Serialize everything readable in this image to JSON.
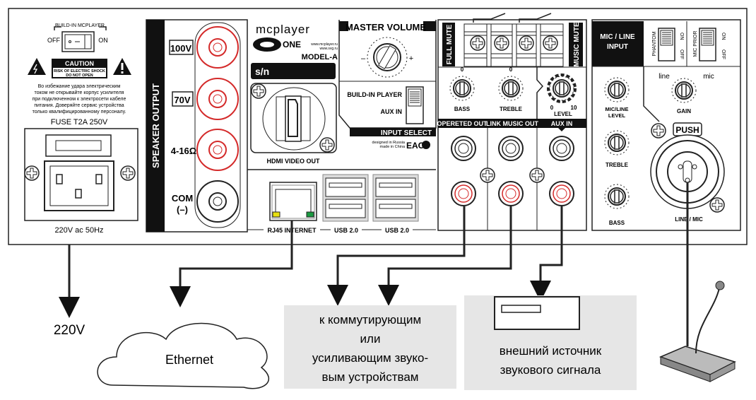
{
  "power": {
    "switch_title": "BUILD-IN MCPLAYER",
    "switch_off": "OFF",
    "switch_on": "ON",
    "caution_title": "CAUTION",
    "caution_line1": "RISK OF ELECTRIC SHOCK",
    "caution_line2": "DO NOT OPEN",
    "warning_lines": [
      "Во избежание удара электрическим",
      "током  не открывайте корпус усилителя",
      "при подключенном к электросети кабеле",
      "питания. Доверяйте сервис устройства",
      "только квалифицированному персоналу."
    ],
    "fuse": "FUSE T2A 250V",
    "rating": "220V ac 50Hz"
  },
  "speaker": {
    "title": "SPEAKER OUTPUT",
    "taps": [
      "100V",
      "70V",
      "4-16Ω",
      "COM"
    ],
    "com_sub": "(–)"
  },
  "brand": {
    "logo": "mcplayer",
    "one_logo": "ONE",
    "site1": "www.mcplayer.ru",
    "site2": "www.svg.ru",
    "model": "MODEL-A",
    "serial": "s/n"
  },
  "hdmi": {
    "label": "HDMI VIDEO OUT"
  },
  "master": {
    "title": "MASTER VOLUME",
    "minus": "–",
    "plus": "+",
    "opt1": "BUILD-IN PLAYER",
    "opt2": "AUX IN",
    "select_title": "INPUT SELECT",
    "designed": "designed in Russia",
    "made": "made in China",
    "eac": "EAC"
  },
  "ports": {
    "rj45": "RJ45 INTERNET",
    "usb1": "USB 2.0",
    "usb2": "USB 2.0"
  },
  "mute": {
    "full": "FULL MUTE",
    "music": "MUSIC MUTE"
  },
  "tone": {
    "bass": "BASS",
    "treble": "TREBLE",
    "level": "LEVEL",
    "zero": "0",
    "ten": "10",
    "mark": "0"
  },
  "outputs": {
    "opereted": "OPERETED OUT",
    "link": "LINK MUSIC OUT",
    "aux": "AUX IN"
  },
  "mic": {
    "title1": "MIC / LINE",
    "title2": "INPUT",
    "phantom": "PHANTOM",
    "prior": "MIC PRIOR",
    "on": "ON",
    "off": "OFF",
    "level1": "MIC/LINE",
    "level2": "LEVEL",
    "treble": "TREBLE",
    "bass": "BASS",
    "line": "line",
    "mic": "mic",
    "gain": "GAIN",
    "push": "PUSH",
    "connector": "LINE / MIC"
  },
  "external": {
    "power": "220V",
    "ethernet": "Ethernet",
    "switching_lines": [
      "к коммутирующим",
      "или",
      "усиливающим звуко-",
      "вым устройствам"
    ],
    "source_lines": [
      "внешний источник",
      "звукового сигнала"
    ]
  },
  "colors": {
    "red": "#d42a2a",
    "black": "#1a1a1a",
    "gray_box": "#e6e6e6",
    "yellow_led": "#e8e010",
    "green_led": "#1a9a40"
  }
}
